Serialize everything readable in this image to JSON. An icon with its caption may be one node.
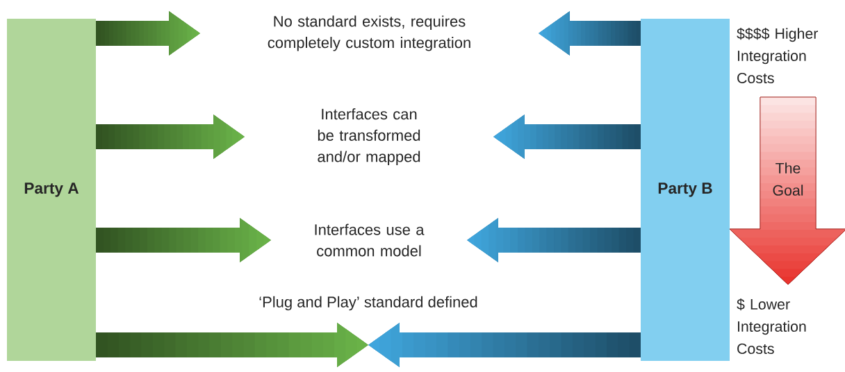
{
  "diagram": {
    "nodes": [
      {
        "text": [
          "Party A"
        ]
      },
      {
        "text": [
          "No standard exists, requires completely custom integration"
        ]
      },
      {
        "text": [
          "Interfaces can be transformed and/or mapped"
        ]
      },
      {
        "text": [
          "Interfaces use a common model"
        ]
      },
      {
        "text": [
          "Party B"
        ]
      },
      {
        "text": [
          "$$$$ Higher Integration Costs"
        ]
      },
      {
        "text": [
          "$ Lower Integration Costs"
        ]
      }
    ],
    "edges": [
      {
        "from": 0,
        "to": 1,
        "arrow": "to",
        "style": "thick",
        "color": "#6cb64a"
      },
      {
        "from": 4,
        "to": 1,
        "arrow": "to",
        "style": "thick",
        "color": "#41a9e1"
      },
      {
        "from": 0,
        "to": 2,
        "arrow": "to",
        "style": "thick",
        "color": "#6cb64a"
      },
      {
        "from": 4,
        "to": 2,
        "arrow": "to",
        "style": "thick",
        "color": "#41a9e1"
      },
      {
        "from": 0,
        "to": 3,
        "arrow": "to",
        "style": "thick",
        "color": "#6cb64a"
      },
      {
        "from": 4,
        "to": 3,
        "arrow": "to",
        "style": "thick",
        "color": "#41a9e1"
      },
      {
        "from": 0,
        "to": null,
        "arrow": "to",
        "style": "thick",
        "color": "#6cb64a"
      },
      {
        "from": 4,
        "to": null,
        "arrow": "to",
        "style": "thick",
        "color": "#41a9e1"
      },
      {
        "from": 5,
        "to": 6,
        "arrow": "to",
        "label": "The Goal",
        "style": "thick",
        "color": "#e8302a"
      }
    ],
    "labels": [
      "‘Plug and Play’ standard defined"
    ]
  }
}
